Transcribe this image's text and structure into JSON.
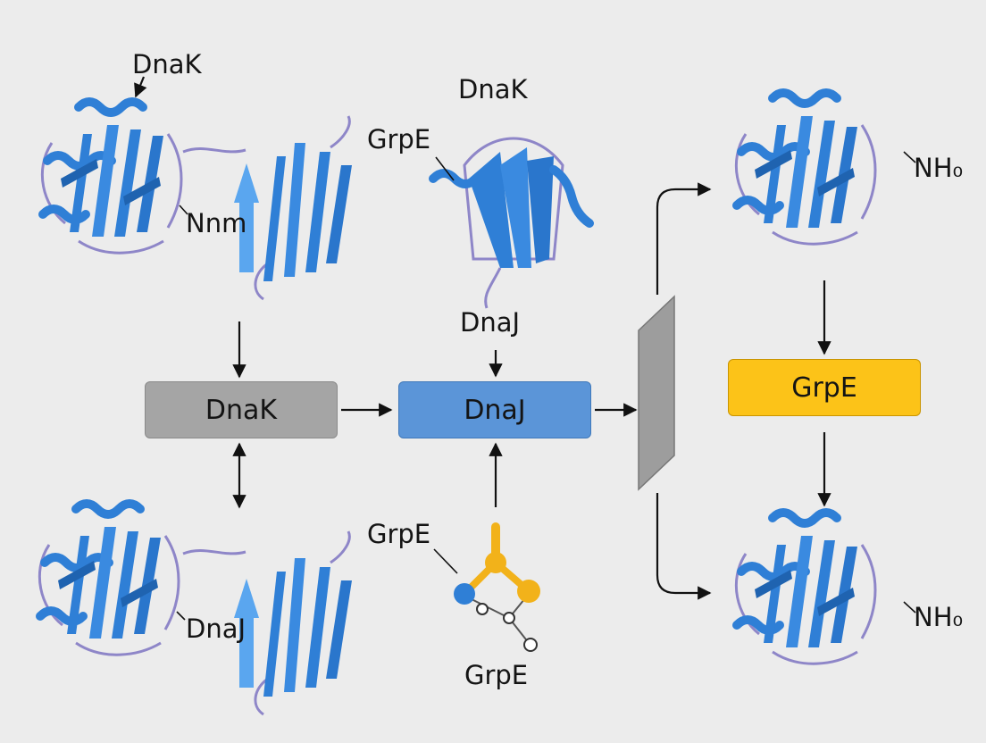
{
  "labels": {
    "top_left_dnak": "DnaK",
    "top_left_nnm": "Nnm",
    "top_center_dnak": "DnaK",
    "top_center_grpe": "GrpE",
    "center_dnaj": "DnaJ",
    "top_right_nh": "NH₀",
    "bottom_left_dnaj": "DnaJ",
    "bottom_center_grpe_top": "GrpE",
    "bottom_center_grpe_bottom": "GrpE",
    "bottom_right_nh": "NH₀"
  },
  "boxes": {
    "dnak": "DnaK",
    "dnaj": "DnaJ",
    "grpe": "GrpE"
  },
  "colors": {
    "protein_blue": "#2f7fd6",
    "loop_purple": "#8e86c8",
    "dnak_box": "#a5a5a5",
    "dnaj_box": "#5b95d8",
    "grpe_box": "#fcc318",
    "molecule_gold": "#f2b21a",
    "molecule_blue": "#2f7fd6",
    "separator_gray": "#9d9d9d"
  }
}
